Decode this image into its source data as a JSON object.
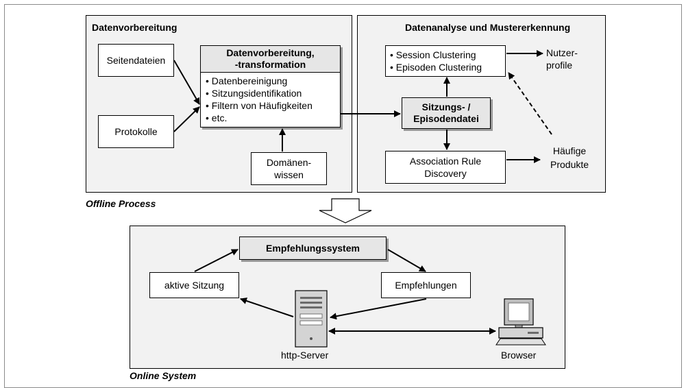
{
  "offline": {
    "left_title": "Datenvorbereitung",
    "right_title": "Datenanalyse und Mustererkennung",
    "caption": "Offline Process",
    "seitendateien": "Seitendateien",
    "protokolle": "Protokolle",
    "prep_title_line1": "Datenvorbereitung,",
    "prep_title_line2": "-transformation",
    "prep_items": [
      "Datenbereinigung",
      "Sitzungsidentifikation",
      "Filtern von Häufigkeiten",
      "etc."
    ],
    "domain_line1": "Domänen-",
    "domain_line2": "wissen",
    "session_line1": "Sitzungs- /",
    "session_line2": "Episodendatei",
    "clustering_items": [
      "Session Clustering",
      "Episoden Clustering"
    ],
    "nutzer_line1": "Nutzer-",
    "nutzer_line2": "profile",
    "assoc_line1": "Association Rule",
    "assoc_line2": "Discovery",
    "haeufig_line1": "Häufige",
    "haeufig_line2": "Produkte"
  },
  "online": {
    "caption": "Online System",
    "recommender": "Empfehlungssystem",
    "active_session": "aktive Sitzung",
    "recommendations": "Empfehlungen",
    "server_label": "http-Server",
    "browser_label": "Browser"
  }
}
